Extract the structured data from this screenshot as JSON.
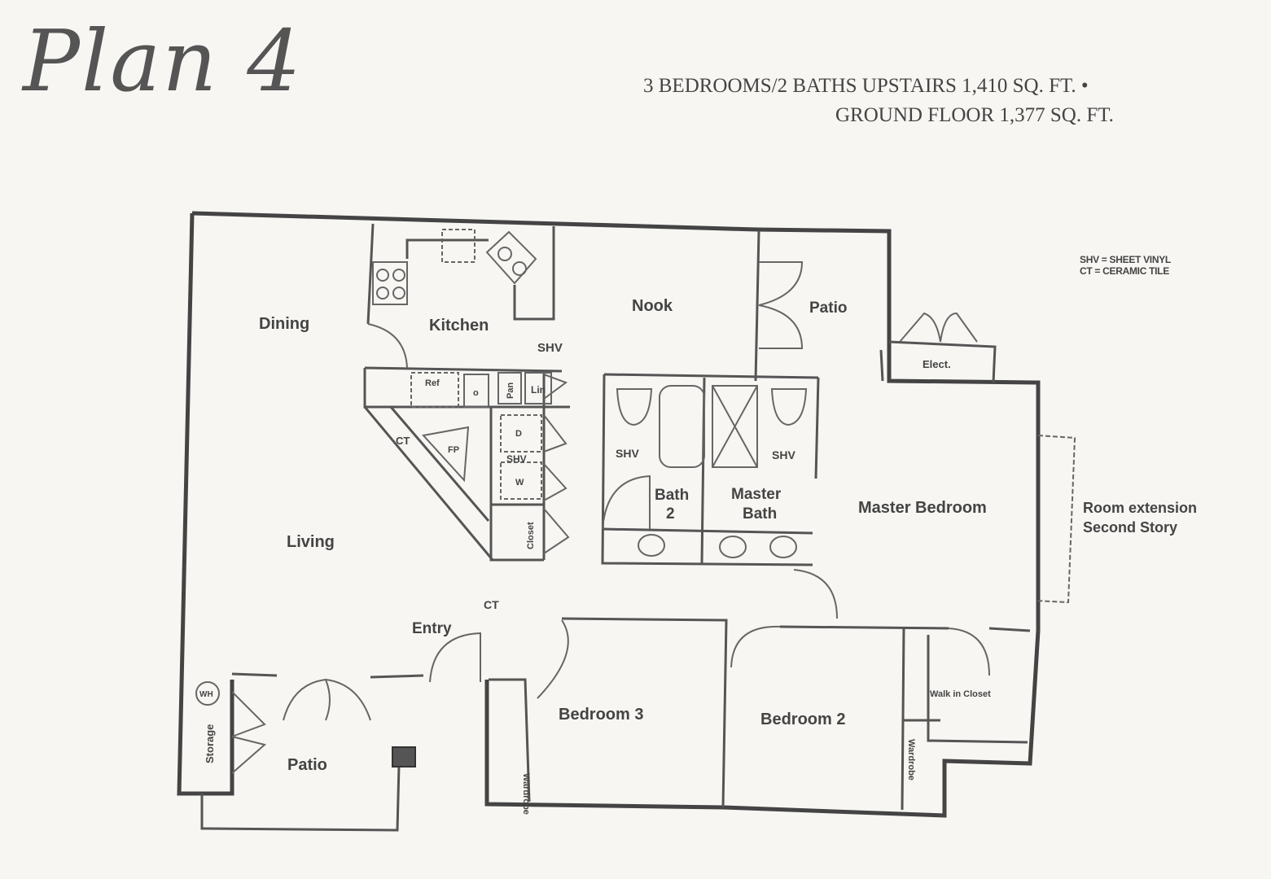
{
  "title": "Plan 4",
  "specs": {
    "line1": "3 BEDROOMS/2 BATHS    UPSTAIRS  1,410 SQ. FT. •",
    "line2": "GROUND FLOOR  1,377 SQ. FT."
  },
  "legend": {
    "line1": "SHV  =  SHEET VINYL",
    "line2": "CT    =  CERAMIC TILE"
  },
  "rooms": {
    "dining": "Dining",
    "kitchen": "Kitchen",
    "nook": "Nook",
    "patio_top": "Patio",
    "elect": "Elect.",
    "shv_kitchen": "SHV",
    "ref": "Ref",
    "pan": "Pan",
    "lin": "Lin",
    "ct_fp": "CT",
    "fp": "FP",
    "dryer": "D",
    "shv_laundry": "SHV",
    "washer": "W",
    "closet": "Closet",
    "living": "Living",
    "shv_bath2": "SHV",
    "bath2_line1": "Bath",
    "bath2_line2": "2",
    "master_bath_line1": "Master",
    "master_bath_line2": "Bath",
    "shv_master": "SHV",
    "master_bedroom": "Master Bedroom",
    "room_ext_line1": "Room extension",
    "room_ext_line2": "Second Story",
    "ct_entry": "CT",
    "entry": "Entry",
    "wh": "WH",
    "storage": "Storage",
    "patio_bottom": "Patio",
    "wardrobe_b3": "Wardrobe",
    "bedroom3": "Bedroom  3",
    "bedroom2": "Bedroom  2",
    "walk_in_closet": "Walk in Closet",
    "wardrobe_b2": "Wardrobe",
    "o": "o"
  }
}
